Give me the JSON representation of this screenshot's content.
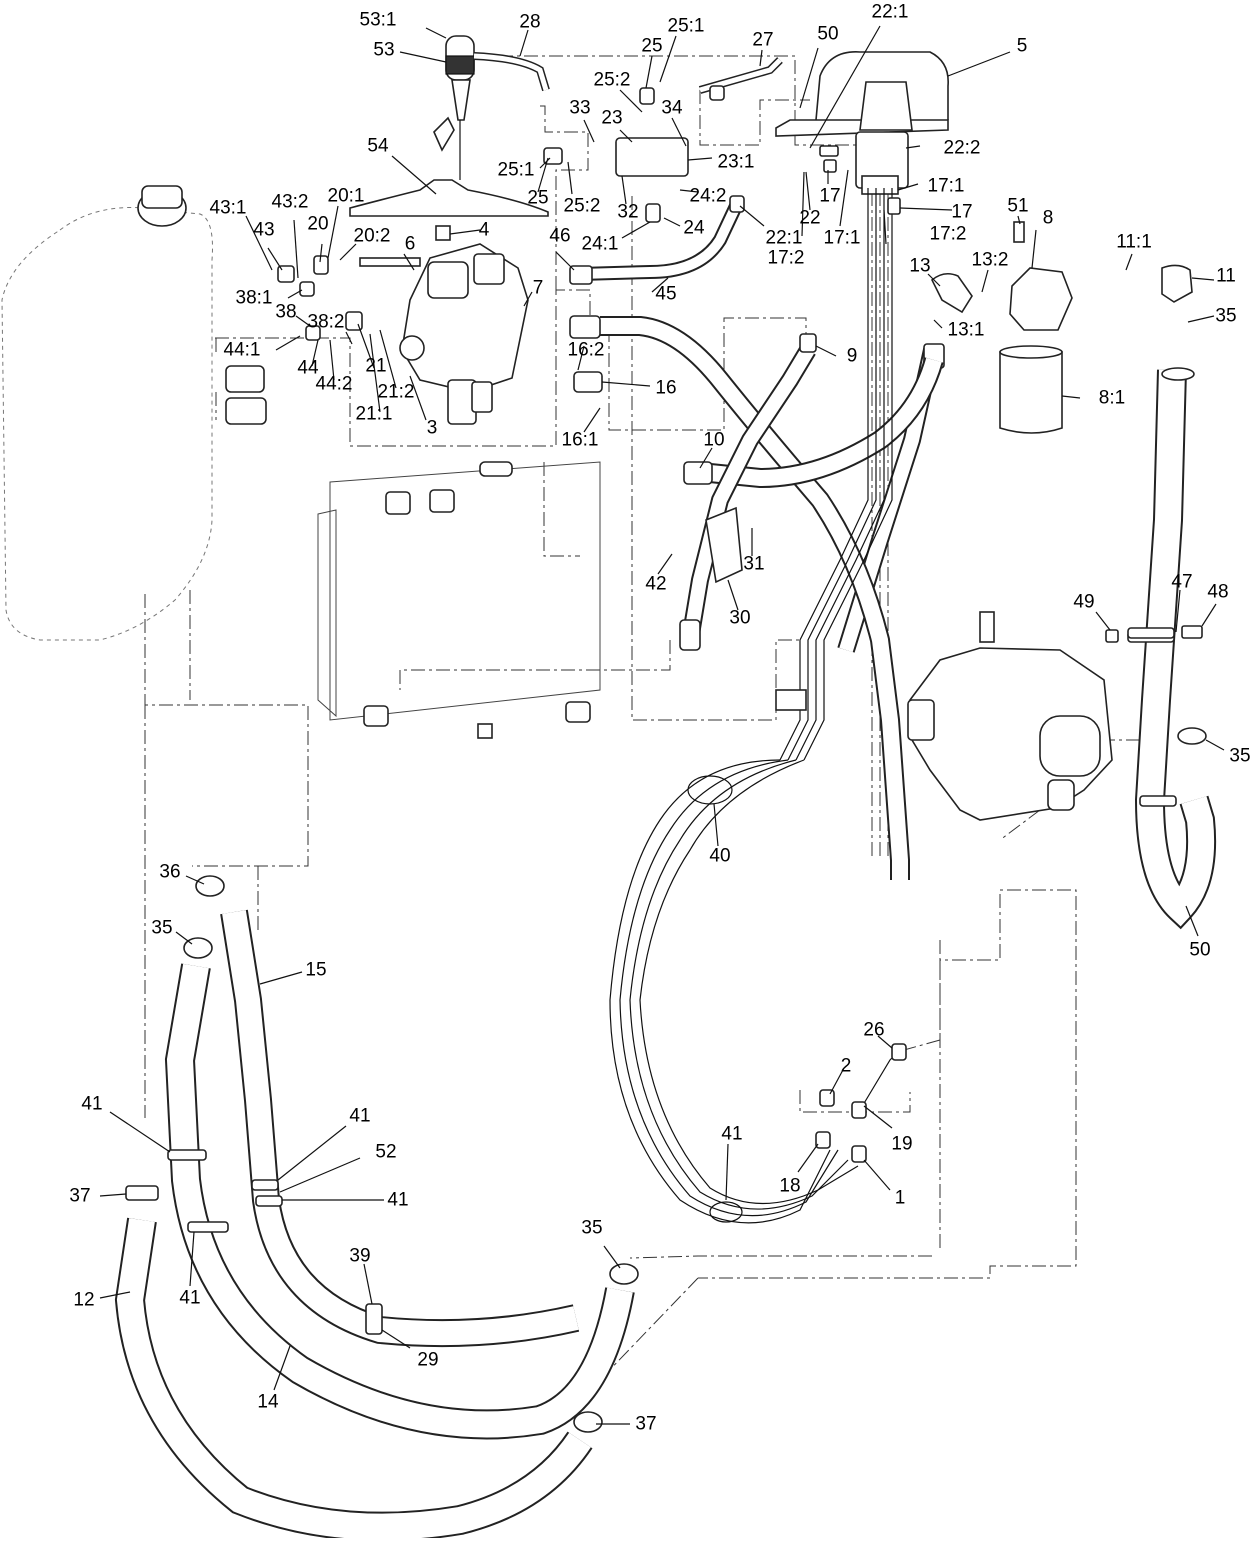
{
  "callouts": [
    {
      "id": "c53_1",
      "text": "53:1"
    },
    {
      "id": "c53",
      "text": "53"
    },
    {
      "id": "c28",
      "text": "28"
    },
    {
      "id": "c25_1a",
      "text": "25:1"
    },
    {
      "id": "c25a",
      "text": "25"
    },
    {
      "id": "c27",
      "text": "27"
    },
    {
      "id": "c50a",
      "text": "50"
    },
    {
      "id": "c22_1a",
      "text": "22:1"
    },
    {
      "id": "c5",
      "text": "5"
    },
    {
      "id": "c25_2a",
      "text": "25:2"
    },
    {
      "id": "c33",
      "text": "33"
    },
    {
      "id": "c23",
      "text": "23"
    },
    {
      "id": "c34",
      "text": "34"
    },
    {
      "id": "c54",
      "text": "54"
    },
    {
      "id": "c23_1",
      "text": "23:1"
    },
    {
      "id": "c22_2",
      "text": "22:2"
    },
    {
      "id": "c25_1b",
      "text": "25:1"
    },
    {
      "id": "c24_2",
      "text": "24:2"
    },
    {
      "id": "c17_1a",
      "text": "17:1"
    },
    {
      "id": "c25b",
      "text": "25"
    },
    {
      "id": "c25_2b",
      "text": "25:2"
    },
    {
      "id": "c32",
      "text": "32"
    },
    {
      "id": "c17a",
      "text": "17"
    },
    {
      "id": "c22",
      "text": "22"
    },
    {
      "id": "c17_1b",
      "text": "17:1"
    },
    {
      "id": "c17b",
      "text": "17"
    },
    {
      "id": "c51",
      "text": "51"
    },
    {
      "id": "c8",
      "text": "8"
    },
    {
      "id": "c11_1",
      "text": "11:1"
    },
    {
      "id": "c43_1",
      "text": "43:1"
    },
    {
      "id": "c43_2",
      "text": "43:2"
    },
    {
      "id": "c20_1",
      "text": "20:1"
    },
    {
      "id": "c24",
      "text": "24"
    },
    {
      "id": "c22_1b",
      "text": "22:1"
    },
    {
      "id": "c17_2a",
      "text": "17:2"
    },
    {
      "id": "c43",
      "text": "43"
    },
    {
      "id": "c20",
      "text": "20"
    },
    {
      "id": "c4",
      "text": "4"
    },
    {
      "id": "c46",
      "text": "46"
    },
    {
      "id": "c24_1",
      "text": "24:1"
    },
    {
      "id": "c17_2b",
      "text": "17:2"
    },
    {
      "id": "c20_2",
      "text": "20:2"
    },
    {
      "id": "c6",
      "text": "6"
    },
    {
      "id": "c13",
      "text": "13"
    },
    {
      "id": "c13_2",
      "text": "13:2"
    },
    {
      "id": "c11",
      "text": "11"
    },
    {
      "id": "c38_1",
      "text": "38:1"
    },
    {
      "id": "c7",
      "text": "7"
    },
    {
      "id": "c45",
      "text": "45"
    },
    {
      "id": "c38",
      "text": "38"
    },
    {
      "id": "c35a",
      "text": "35"
    },
    {
      "id": "c44_1",
      "text": "44:1"
    },
    {
      "id": "c38_2",
      "text": "38:2"
    },
    {
      "id": "c13_1",
      "text": "13:1"
    },
    {
      "id": "c16_2",
      "text": "16:2"
    },
    {
      "id": "c9",
      "text": "9"
    },
    {
      "id": "c44",
      "text": "44"
    },
    {
      "id": "c21",
      "text": "21"
    },
    {
      "id": "c44_2",
      "text": "44:2"
    },
    {
      "id": "c21_2",
      "text": "21:2"
    },
    {
      "id": "c16",
      "text": "16"
    },
    {
      "id": "c8_1",
      "text": "8:1"
    },
    {
      "id": "c21_1",
      "text": "21:1"
    },
    {
      "id": "c3",
      "text": "3"
    },
    {
      "id": "c16_1",
      "text": "16:1"
    },
    {
      "id": "c10",
      "text": "10"
    },
    {
      "id": "c31",
      "text": "31"
    },
    {
      "id": "c42",
      "text": "42"
    },
    {
      "id": "c30",
      "text": "30"
    },
    {
      "id": "c49",
      "text": "49"
    },
    {
      "id": "c47",
      "text": "47"
    },
    {
      "id": "c48",
      "text": "48"
    },
    {
      "id": "c35b",
      "text": "35"
    },
    {
      "id": "c40",
      "text": "40"
    },
    {
      "id": "c36",
      "text": "36"
    },
    {
      "id": "c50b",
      "text": "50"
    },
    {
      "id": "c35c",
      "text": "35"
    },
    {
      "id": "c15",
      "text": "15"
    },
    {
      "id": "c26",
      "text": "26"
    },
    {
      "id": "c2",
      "text": "2"
    },
    {
      "id": "c41a",
      "text": "41"
    },
    {
      "id": "c41b",
      "text": "41"
    },
    {
      "id": "c19",
      "text": "19"
    },
    {
      "id": "c52",
      "text": "52"
    },
    {
      "id": "c41c",
      "text": "41"
    },
    {
      "id": "c18",
      "text": "18"
    },
    {
      "id": "c1",
      "text": "1"
    },
    {
      "id": "c37a",
      "text": "37"
    },
    {
      "id": "c41d",
      "text": "41"
    },
    {
      "id": "c41e",
      "text": "41"
    },
    {
      "id": "c35d",
      "text": "35"
    },
    {
      "id": "c39",
      "text": "39"
    },
    {
      "id": "c12",
      "text": "12"
    },
    {
      "id": "c41f",
      "text": "41"
    },
    {
      "id": "c29",
      "text": "29"
    },
    {
      "id": "c14",
      "text": "14"
    },
    {
      "id": "c37b",
      "text": "37"
    }
  ]
}
